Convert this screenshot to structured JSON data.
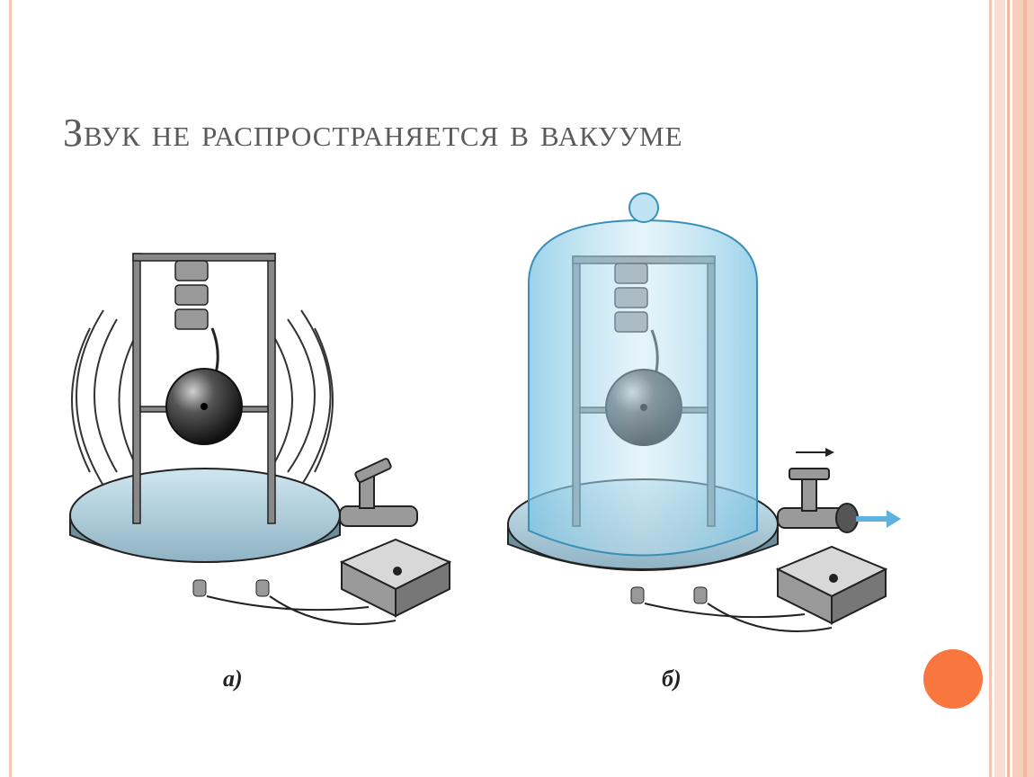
{
  "slide": {
    "title": "Звук не распространяется в вакууме",
    "label_a": "а)",
    "label_b": "б)"
  },
  "colors": {
    "accent_dot": "#f9763f",
    "stripe": "#f7cdbb",
    "glass": "#9fd3ea",
    "metal": "#6b6b6b"
  }
}
